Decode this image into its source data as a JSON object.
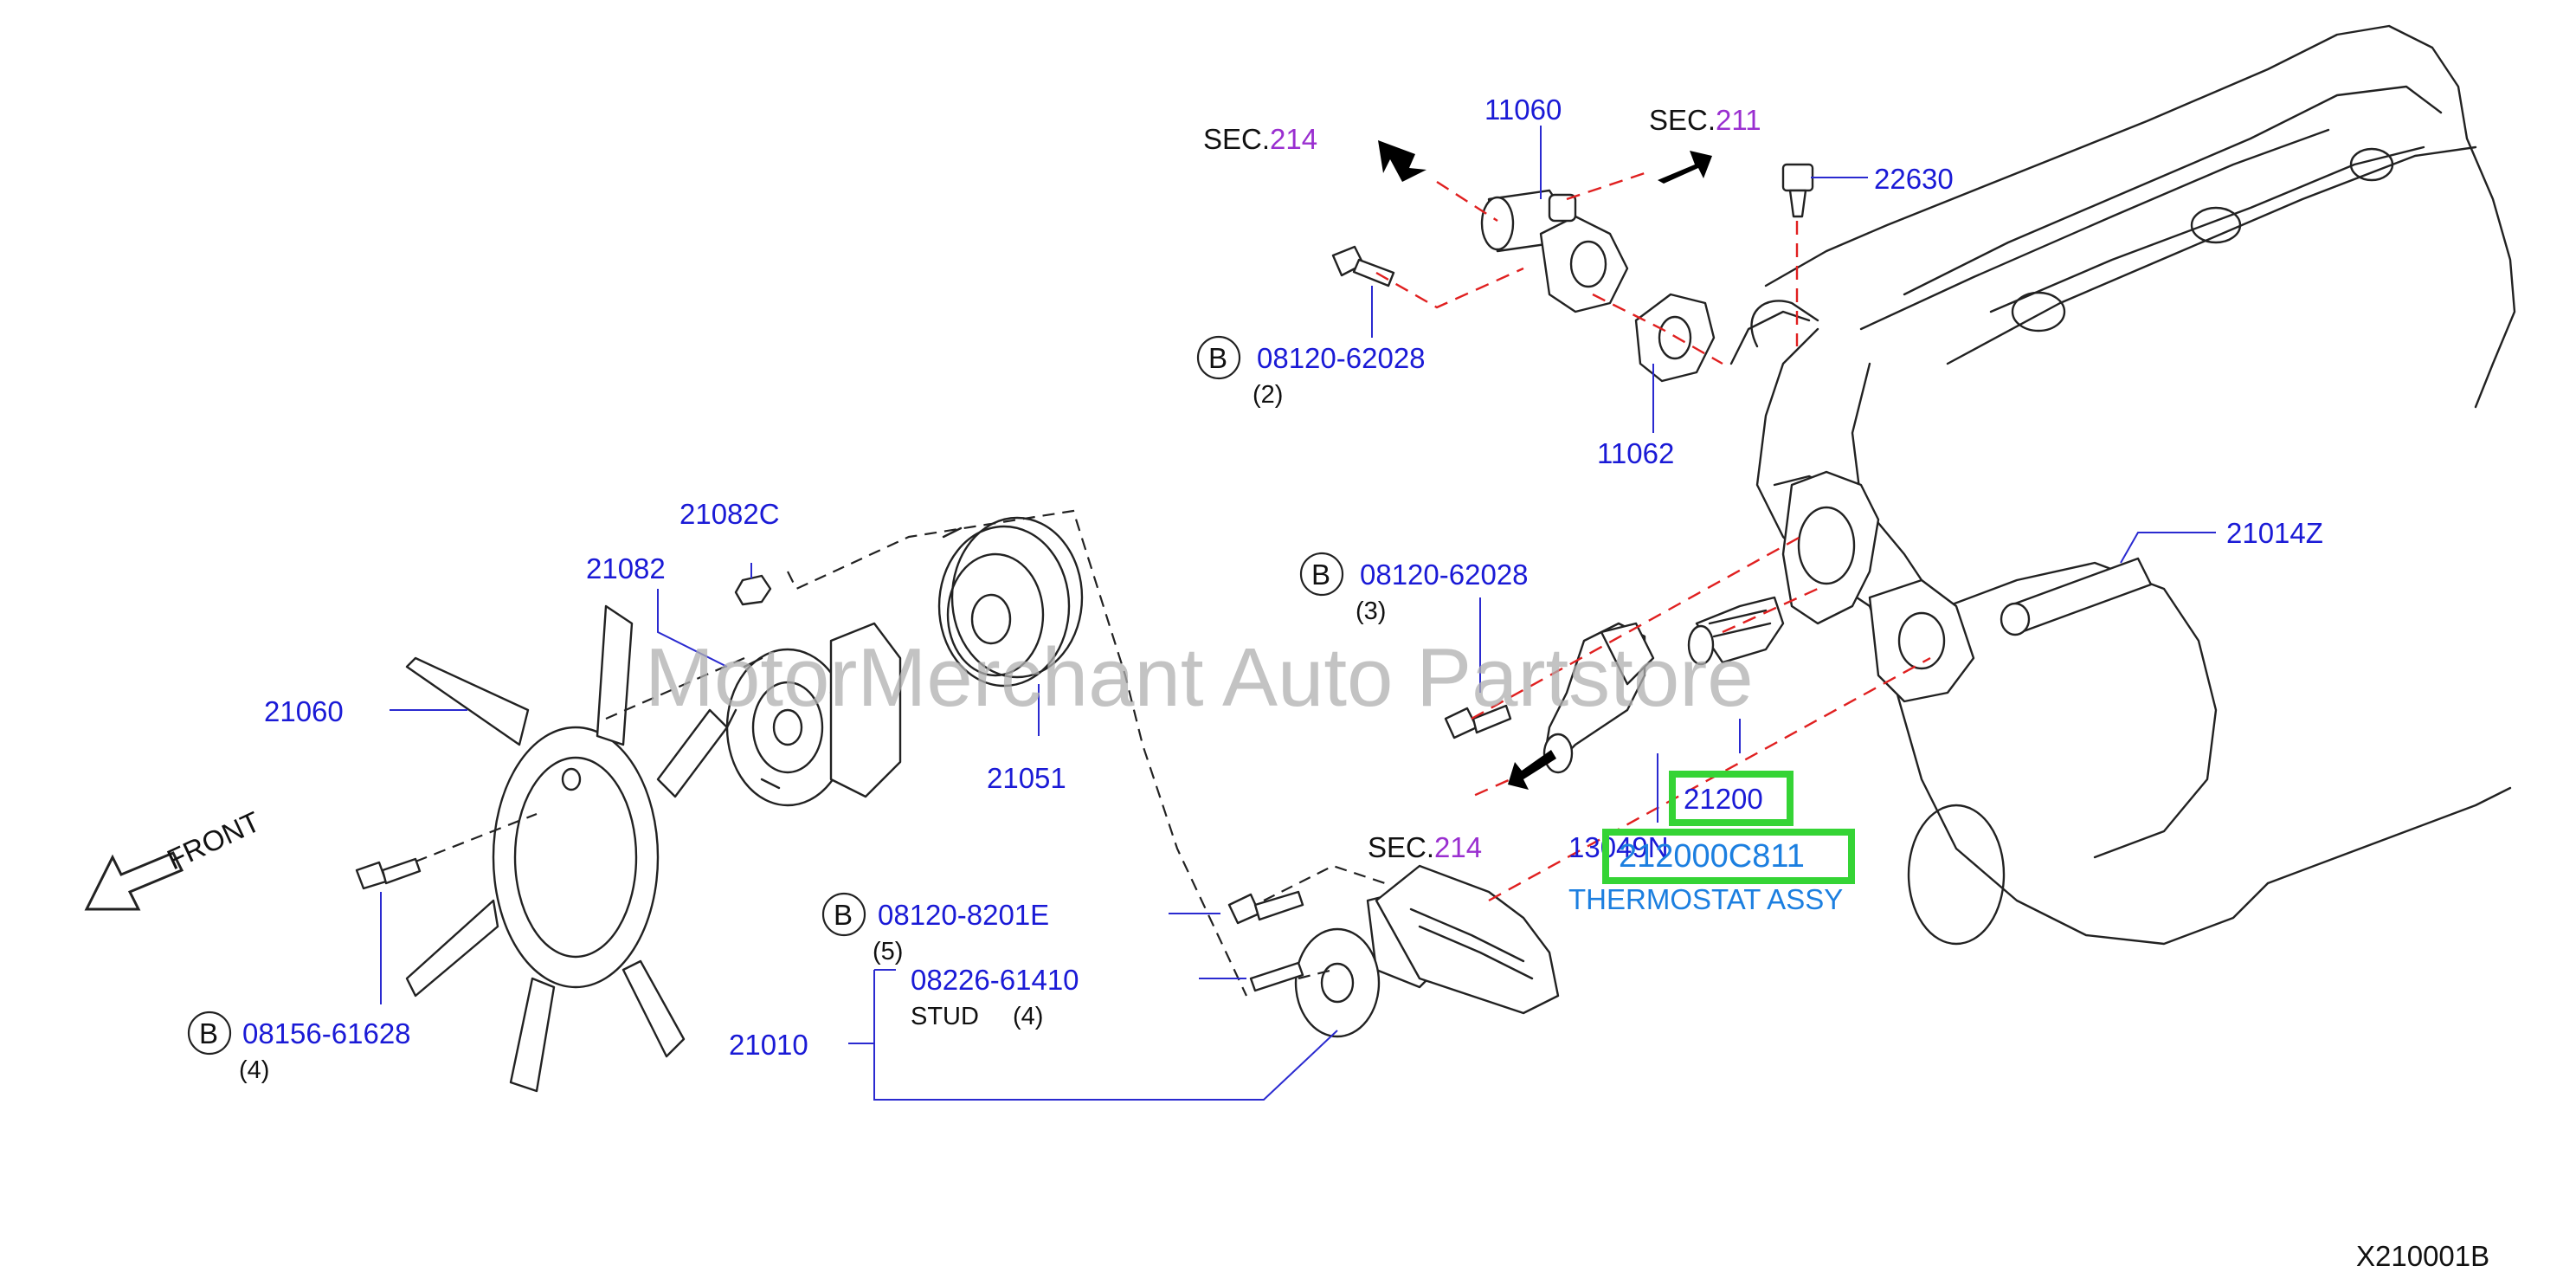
{
  "watermark": "MotorMerchant Auto Partstore",
  "diagram_code": "X210001B",
  "front_label": "FRONT",
  "bolt_marker": "B",
  "sec": {
    "prefix": "SEC.",
    "sec214": "214",
    "sec211": "211"
  },
  "parts": {
    "p11060": "11060",
    "p22630": "22630",
    "p11062": "11062",
    "p21014Z": "21014Z",
    "p21082C": "21082C",
    "p21082": "21082",
    "p21060": "21060",
    "p21051": "21051",
    "p21200": "21200",
    "p13049N": "13049N",
    "p21010": "21010",
    "bolt_a": "08120-62028",
    "bolt_a_qty": "(2)",
    "bolt_b": "08120-62028",
    "bolt_b_qty": "(3)",
    "bolt_c": "08120-8201E",
    "bolt_c_qty": "(5)",
    "stud": "08226-61410",
    "stud_label": "STUD",
    "stud_qty": "(4)",
    "bolt_d": "08156-61628",
    "bolt_d_qty": "(4)"
  },
  "highlight": {
    "part_number": "212000C811",
    "description": "THERMOSTAT ASSY"
  },
  "colors": {
    "label_blue": "#1a1ad6",
    "sec_number": "#9a2fd0",
    "highlight_box": "#35d435",
    "highlight_text": "#1c7fe0",
    "ref_line": "#e02020"
  }
}
